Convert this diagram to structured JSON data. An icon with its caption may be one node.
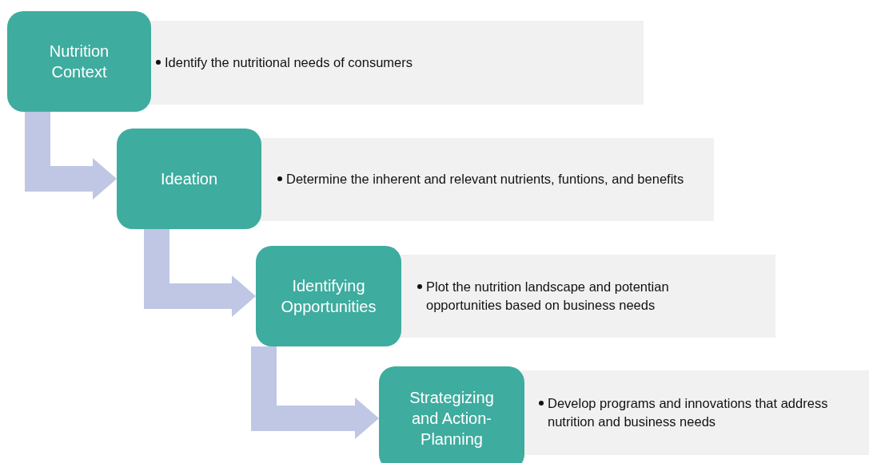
{
  "diagram": {
    "nodes": [
      {
        "text": [
          "Nutrition Context"
        ]
      },
      {
        "text": [
          "Identify the nutritional needs of consumers"
        ]
      },
      {
        "text": [
          "Ideation"
        ]
      },
      {
        "text": [
          "Determine the inherent and relevant nutrients, funtions, and benefits"
        ]
      },
      {
        "text": [
          "Identifying Opportunities"
        ]
      },
      {
        "text": [
          "Plot the nutrition landscape and potentian opportunities based on business needs"
        ]
      },
      {
        "text": [
          "Strategizing and Action-Planning"
        ]
      },
      {
        "text": [
          "Develop programs and innovations that address nutrition and business needs"
        ]
      }
    ],
    "edges": [
      {
        "from": 0,
        "to": 2,
        "arrow": "to"
      },
      {
        "from": 2,
        "to": 4,
        "arrow": "to"
      },
      {
        "from": 4,
        "to": 6,
        "arrow": "to"
      }
    ]
  }
}
